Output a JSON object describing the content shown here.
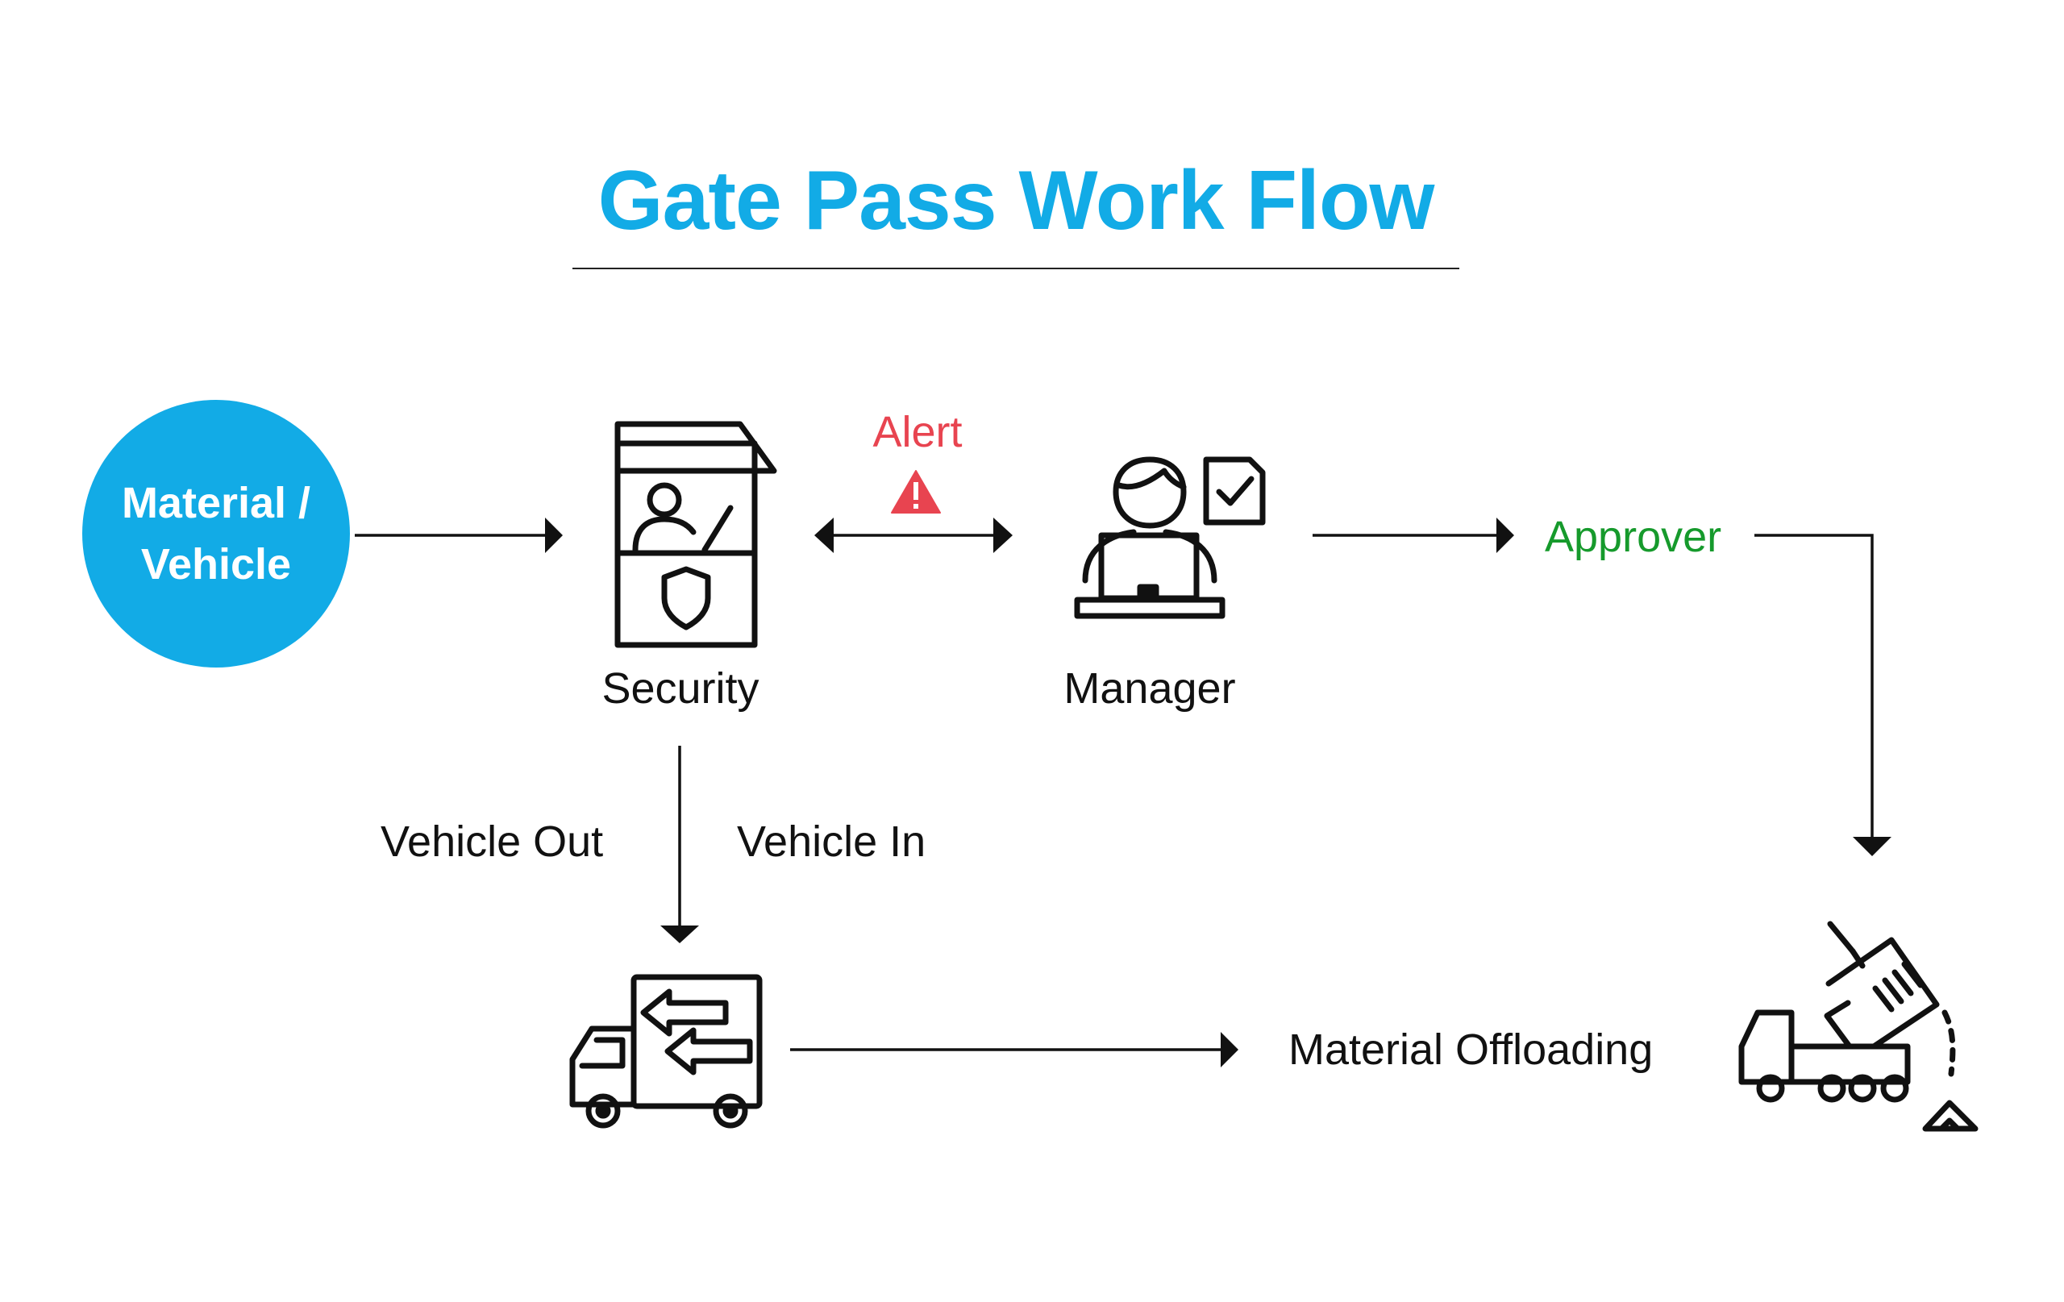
{
  "title": "Gate Pass Work Flow",
  "colors": {
    "title": "#12ABE6",
    "source_circle": "#12ABE6",
    "alert": "#E84450",
    "approver": "#169A2C",
    "ink": "#111111"
  },
  "nodes": {
    "source": "Material / Vehicle",
    "security": "Security",
    "manager": "Manager",
    "approver": "Approver",
    "alert": "Alert",
    "material_offloading": "Material Offloading"
  },
  "edges": {
    "vehicle_out": "Vehicle Out",
    "vehicle_in": "Vehicle In"
  },
  "icons": {
    "security": "security-booth-icon",
    "manager": "manager-at-desk-icon",
    "alert": "warning-triangle-icon",
    "vehicle": "delivery-truck-icon",
    "offloading": "dump-truck-icon"
  }
}
